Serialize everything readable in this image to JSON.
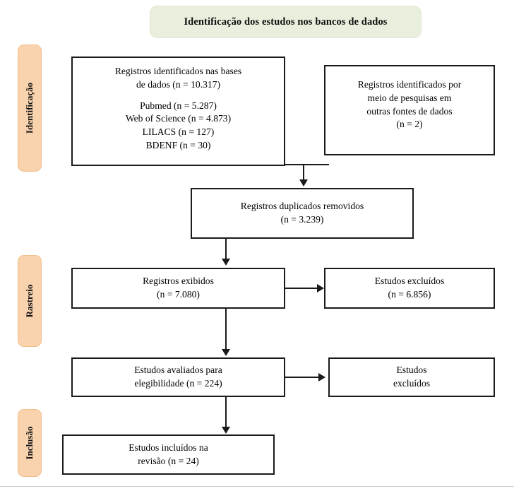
{
  "diagram": {
    "title": "Identificação dos estudos nos bancos de dados",
    "stages": [
      {
        "label": "Identificação"
      },
      {
        "label": "Rastreio"
      },
      {
        "label": "Inclusão"
      }
    ],
    "boxes": {
      "databases": {
        "lines": [
          "Registros identificados nas bases",
          "de dados (n = 10.317)",
          "Pubmed (n = 5.287)",
          "Web of Science (n = 4.873)",
          "LILACS (n = 127)",
          "BDENF (n = 30)"
        ]
      },
      "other_sources": {
        "lines": [
          "Registros identificados por",
          "meio de pesquisas em",
          "outras fontes de dados",
          "(n = 2)"
        ]
      },
      "duplicates": {
        "lines": [
          "Registros duplicados removidos",
          "(n = 3.239)"
        ]
      },
      "screened": {
        "lines": [
          "Registros exibidos",
          "(n = 7.080)"
        ]
      },
      "excluded_screened": {
        "lines": [
          "Estudos excluídos",
          "(n = 6.856)"
        ]
      },
      "eligibility": {
        "lines": [
          "Estudos avaliados para",
          "elegibilidade (n = 224)"
        ]
      },
      "excluded_eligibility": {
        "lines": [
          "Estudos",
          "excluídos"
        ]
      },
      "included": {
        "lines": [
          "Estudos incluídos na",
          "revisão (n = 24)"
        ]
      }
    },
    "counts": {
      "identified_databases": 10317,
      "pubmed": 5287,
      "web_of_science": 4873,
      "lilacs": 127,
      "bdenf": 30,
      "other_sources": 2,
      "duplicates_removed": 3239,
      "screened": 7080,
      "excluded_after_screening": 6856,
      "assessed_for_eligibility": 224,
      "included_in_review": 24
    },
    "colors": {
      "title_background": "#e9efdd",
      "title_border": "#dfe7cf",
      "stage_background": "#f9d3ae",
      "stage_border": "#f2bd8c",
      "box_border": "#1a1a1a",
      "box_background": "#ffffff",
      "connector": "#1a1a1a",
      "page_background": "#ffffff",
      "bottom_rule": "#c9c9c9"
    }
  }
}
